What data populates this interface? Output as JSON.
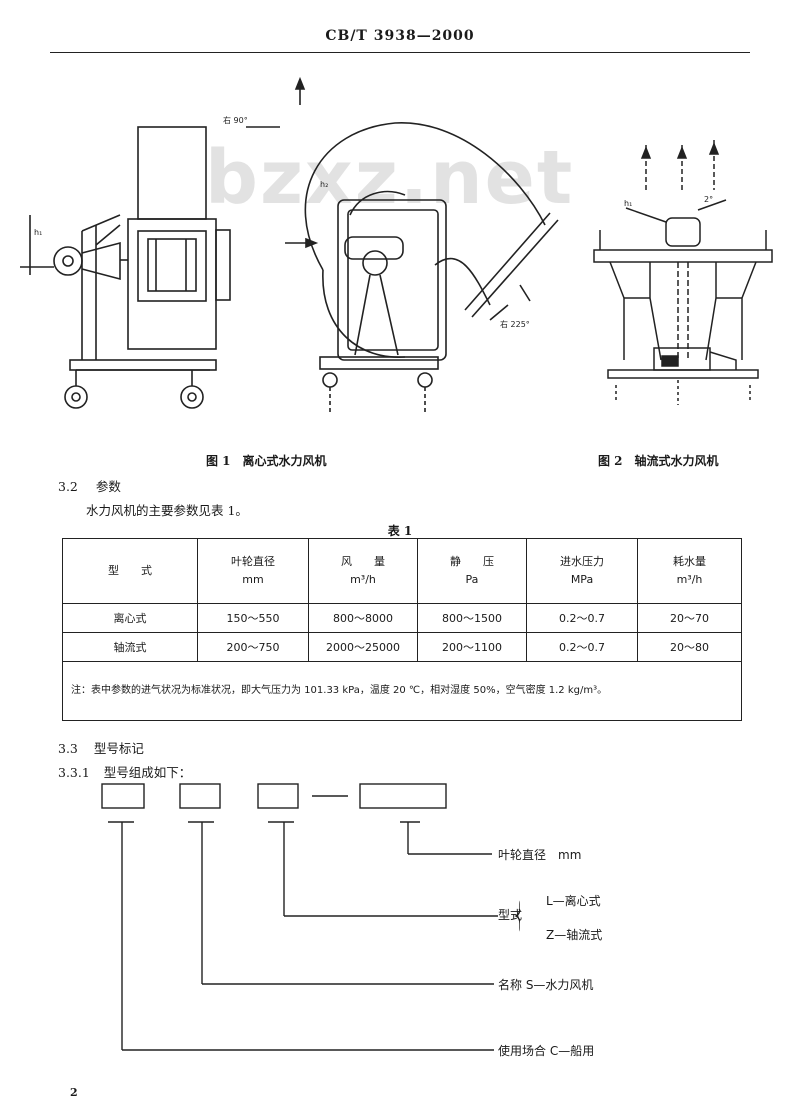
{
  "header": {
    "standard_no": "CB/T 3938—2000"
  },
  "watermark": "bzxz.net",
  "figure1": {
    "caption": "图 1　离心式水力风机",
    "labels": {
      "angle_top": "右 90°",
      "angle_bottom": "右 225°",
      "dim_h1": "h₁",
      "dim_h2": "h₂"
    }
  },
  "figure2": {
    "caption": "图 2　轴流式水力风机",
    "labels": {
      "dim_h": "h₁",
      "angle": "2°"
    }
  },
  "section_3_2": {
    "number": "3.2",
    "title": "参数",
    "text": "水力风机的主要参数见表 1。"
  },
  "table1": {
    "title": "表 1",
    "headers": [
      {
        "name": "型　　式",
        "unit": ""
      },
      {
        "name": "叶轮直径",
        "unit": "mm"
      },
      {
        "name": "风　　量",
        "unit": "m³/h"
      },
      {
        "name": "静　　压",
        "unit": "Pa"
      },
      {
        "name": "进水压力",
        "unit": "MPa"
      },
      {
        "name": "耗水量",
        "unit": "m³/h"
      }
    ],
    "rows": [
      [
        "离心式",
        "150～550",
        "800～8000",
        "800～1500",
        "0.2～0.7",
        "20～70"
      ],
      [
        "轴流式",
        "200～750",
        "2000～25000",
        "200～1100",
        "0.2～0.7",
        "20～80"
      ]
    ],
    "note": "注：表中参数的进气状况为标准状况，即大气压力为 101.33 kPa，温度 20 ℃，相对湿度 50%，空气密度 1.2 kg/m³。"
  },
  "section_3_3": {
    "number": "3.3",
    "title": "型号标记"
  },
  "section_3_3_1": {
    "number": "3.3.1",
    "title": "型号组成如下：",
    "legend": {
      "impeller": "叶轮直径　mm",
      "type_label": "型式",
      "type_L": "L—离心式",
      "type_Z": "Z—轴流式",
      "name": "名称 S—水力风机",
      "usage": "使用场合 C—船用"
    }
  },
  "page_number": "2"
}
